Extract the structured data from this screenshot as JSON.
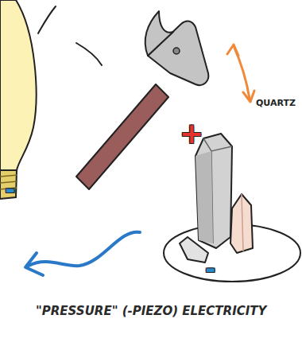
{
  "diagram": {
    "caption": "\"PRESSURE\" (-PIEZO) ELECTRICITY",
    "labels": [
      "QUARTZ",
      "+",
      "-",
      "-"
    ]
  }
}
